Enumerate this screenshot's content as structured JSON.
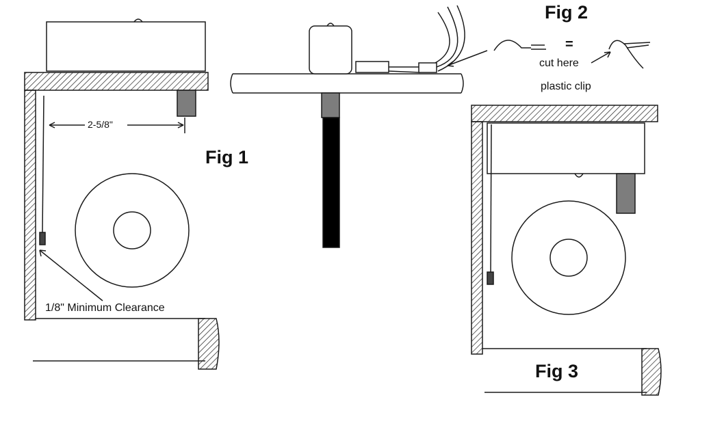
{
  "fig1": {
    "title": "Fig 1",
    "dimension": "2-5/8\"",
    "clearance": "1/8\" Minimum Clearance"
  },
  "fig2": {
    "title": "Fig 2",
    "equals": "=",
    "cut_here": "cut here",
    "plastic_clip": "plastic clip"
  },
  "fig3": {
    "title": "Fig 3"
  },
  "colors": {
    "ink": "#1a1a1a",
    "post": "#7d7d7d",
    "rod": "#000000"
  }
}
